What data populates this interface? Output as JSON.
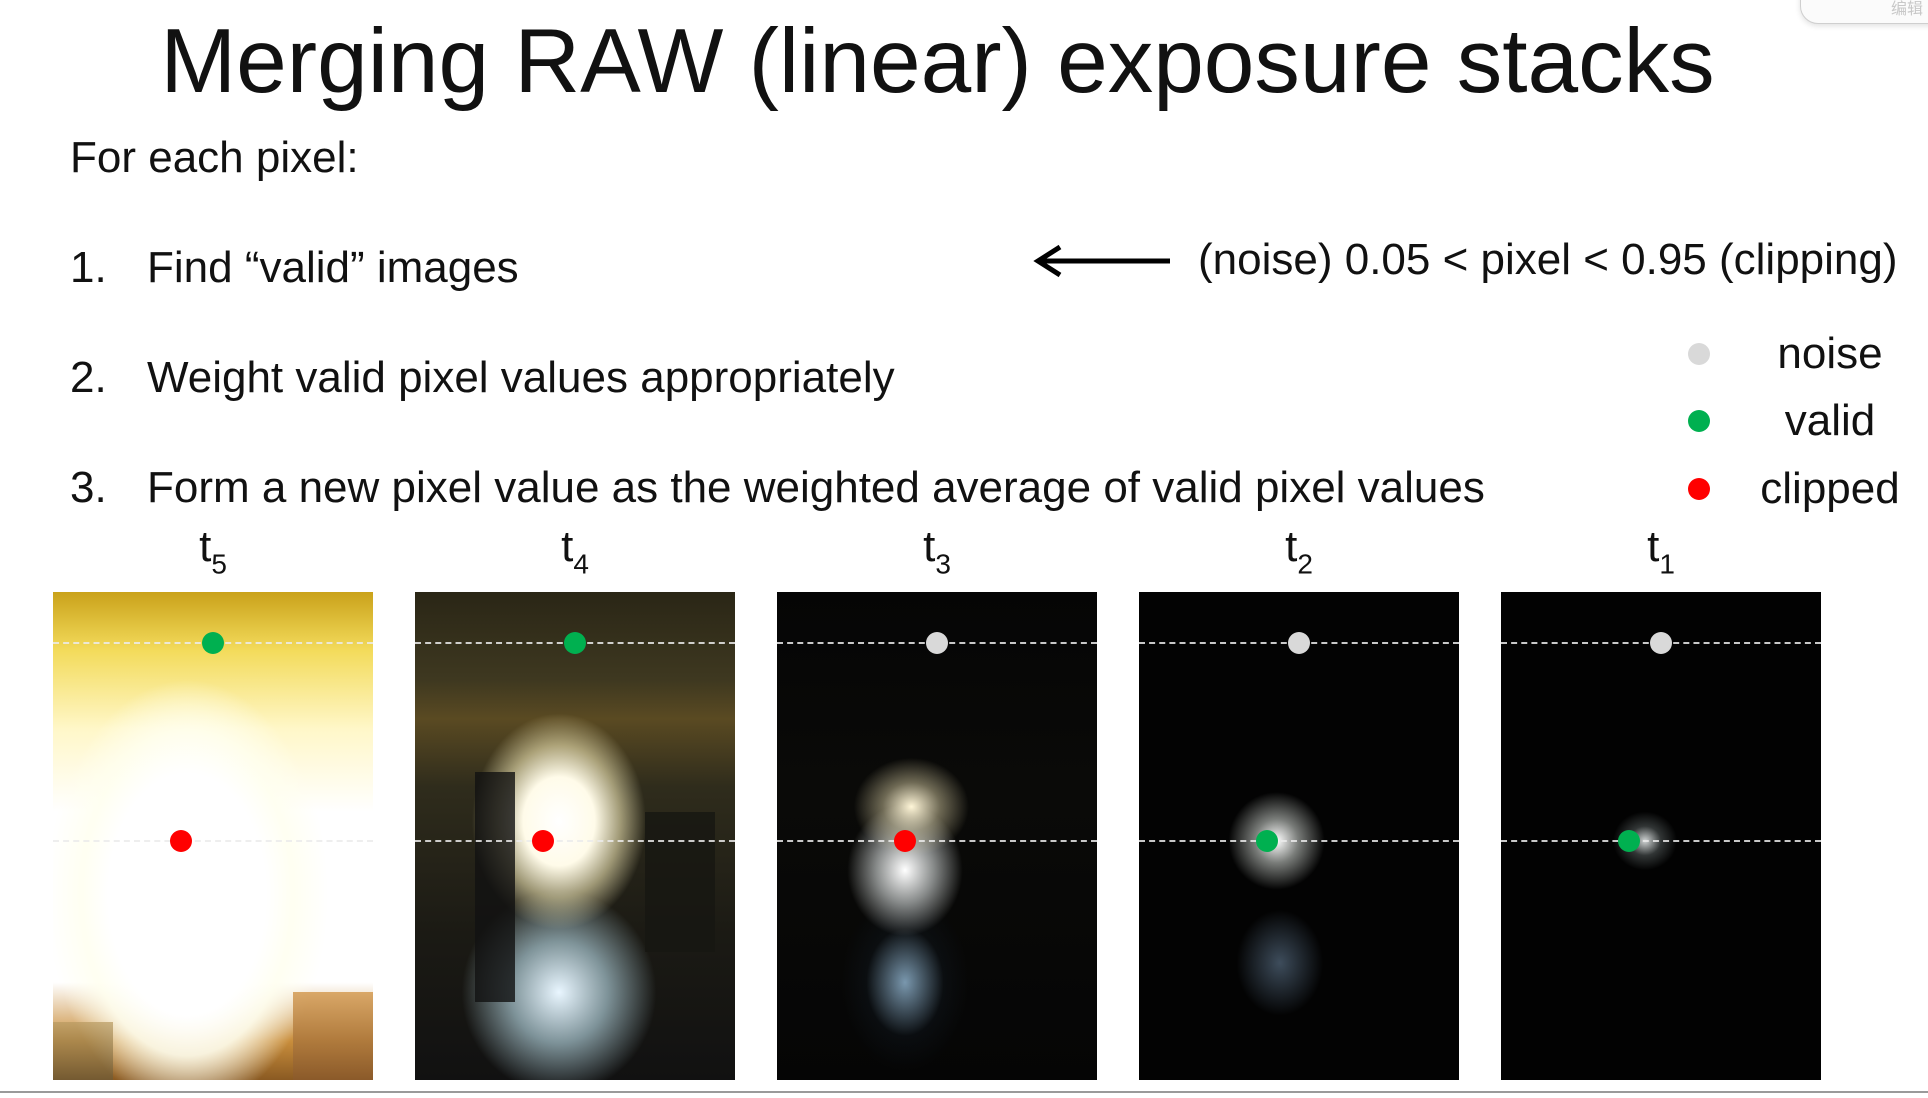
{
  "slide": {
    "title": "Merging RAW (linear) exposure stacks",
    "intro": "For each pixel:",
    "steps": [
      {
        "num": "1.",
        "text": "Find “valid” images"
      },
      {
        "num": "2.",
        "text": "Weight valid pixel values appropriately"
      },
      {
        "num": "3.",
        "text": "Form a new pixel value as the weighted average of valid pixel values"
      }
    ],
    "validity_note": "(noise) 0.05 < pixel < 0.95 (clipping)",
    "corner_text": "编辑"
  },
  "legend": [
    {
      "label": "noise",
      "color": "#d9d9d9"
    },
    {
      "label": "valid",
      "color": "#00b050"
    },
    {
      "label": "clipped",
      "color": "#ff0000"
    }
  ],
  "exposures": [
    {
      "t": "t",
      "sub": "5",
      "top_marker": "valid",
      "mid_marker": "clipped"
    },
    {
      "t": "t",
      "sub": "4",
      "top_marker": "valid",
      "mid_marker": "clipped"
    },
    {
      "t": "t",
      "sub": "3",
      "top_marker": "noise",
      "mid_marker": "clipped"
    },
    {
      "t": "t",
      "sub": "2",
      "top_marker": "noise",
      "mid_marker": "valid"
    },
    {
      "t": "t",
      "sub": "1",
      "top_marker": "noise",
      "mid_marker": "valid"
    }
  ]
}
